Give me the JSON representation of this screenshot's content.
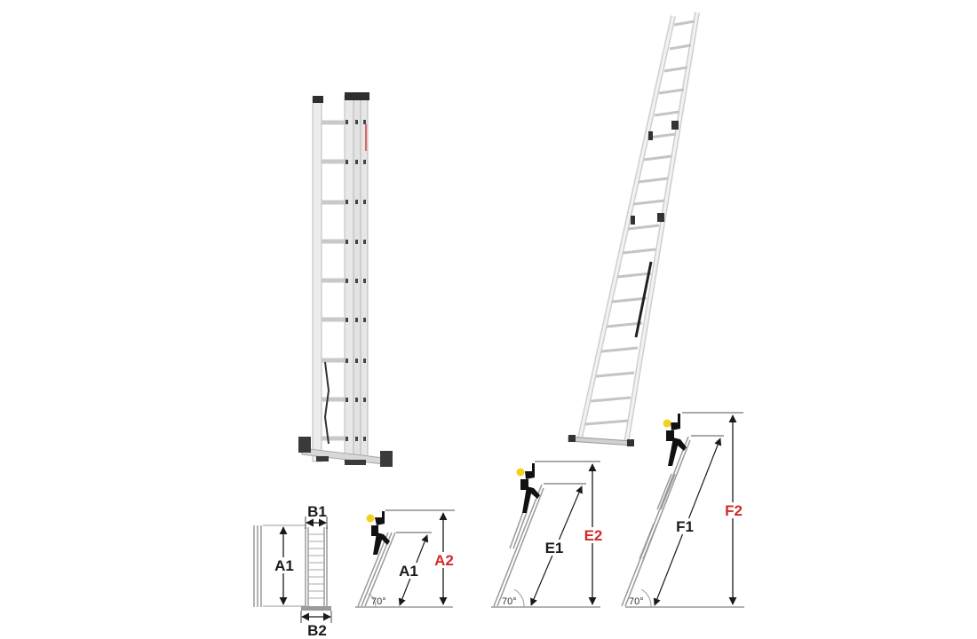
{
  "figure": {
    "type": "ladder-dimension-diagram",
    "colors": {
      "ladder_rail": "#e6e6e6",
      "ladder_rail_edge": "#b8b8b8",
      "ladder_hardware": "#3a3a3a",
      "dimension_line": "#1a1a1a",
      "diagram_ladder": "#9a9a9a",
      "highlight_label": "#d32a2a",
      "helmet": "#f2d21b",
      "figure_silhouette": "#111111"
    }
  },
  "photos": {
    "collapsed_ladder": {
      "description": "three-section ladder, collapsed, standing upright with stabilizer foot"
    },
    "extended_ladder": {
      "description": "three-section ladder, fully extended, leaning"
    }
  },
  "diagrams": {
    "front_view": {
      "labels": {
        "height": "A1",
        "top_width": "B1",
        "base_width": "B2"
      }
    },
    "leaning_collapsed": {
      "labels": {
        "length": "A1",
        "reach_height": "A2",
        "angle": "70°"
      }
    },
    "leaning_two_section": {
      "labels": {
        "length": "E1",
        "reach_height": "E2",
        "angle": "70°"
      }
    },
    "leaning_three_section": {
      "labels": {
        "length": "F1",
        "reach_height": "F2",
        "angle": "70°"
      }
    }
  }
}
